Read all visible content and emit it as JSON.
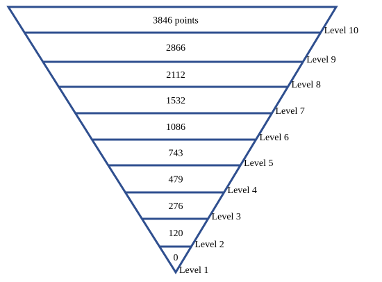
{
  "diagram": {
    "line_color": "#2f4f8f",
    "levels": [
      {
        "name": "Level 10",
        "points": "3846 points"
      },
      {
        "name": "Level 9",
        "points": "2866"
      },
      {
        "name": "Level 8",
        "points": "2112"
      },
      {
        "name": "Level 7",
        "points": "1532"
      },
      {
        "name": "Level 6",
        "points": "1086"
      },
      {
        "name": "Level 5",
        "points": "743"
      },
      {
        "name": "Level 4",
        "points": "479"
      },
      {
        "name": "Level 3",
        "points": "276"
      },
      {
        "name": "Level 2",
        "points": "120"
      },
      {
        "name": "Level 1",
        "points": "0"
      }
    ]
  }
}
